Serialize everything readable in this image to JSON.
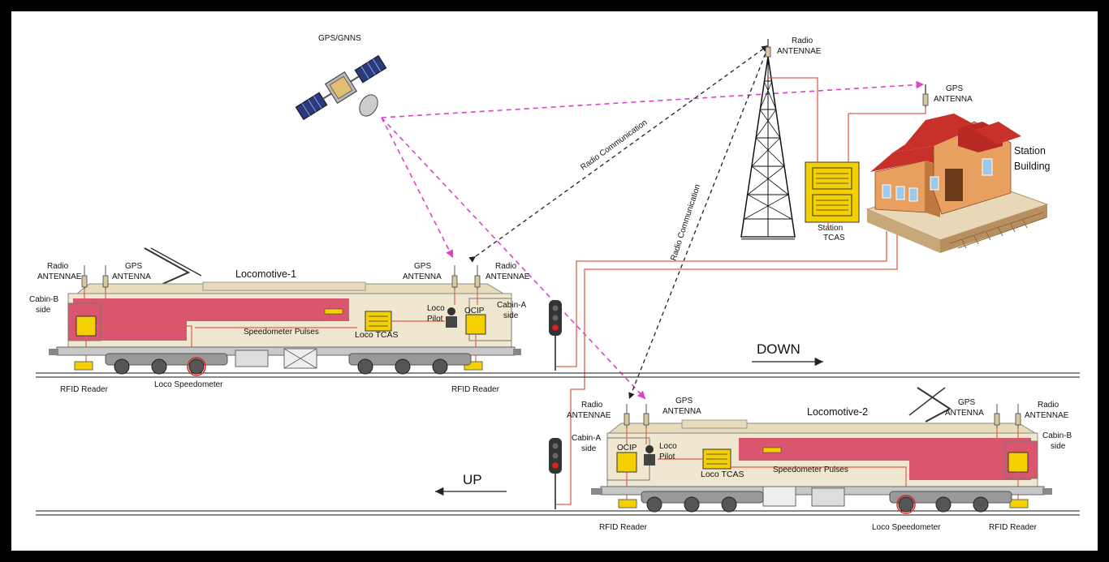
{
  "labels": {
    "gps_gnns": "GPS/GNNS",
    "tower_radio_1": "Radio",
    "tower_radio_2": "ANTENNAE",
    "station_gps_1": "GPS",
    "station_gps_2": "ANTENNA",
    "station_building_1": "Station",
    "station_building_2": "Building",
    "station_tcas_1": "Station",
    "station_tcas_2": "TCAS",
    "radio_comm_1": "Radio Communication",
    "radio_comm_2": "Radio Communication",
    "down": "DOWN",
    "up": "UP"
  },
  "loco1": {
    "title": "Locomotive-1",
    "radio_b_1": "Radio",
    "radio_b_2": "ANTENNAE",
    "gps_b_1": "GPS",
    "gps_b_2": "ANTENNA",
    "gps_a_1": "GPS",
    "gps_a_2": "ANTENNA",
    "radio_a_1": "Radio",
    "radio_a_2": "ANTENNAE",
    "cabin_b_1": "Cabin-B",
    "cabin_b_2": "side",
    "cabin_a_1": "Cabin-A",
    "cabin_a_2": "side",
    "pilot_1": "Loco",
    "pilot_2": "Pilot",
    "ocip": "OCIP",
    "tcas": "Loco TCAS",
    "pulses": "Speedometer Pulses",
    "rfid_left": "RFID Reader",
    "speedometer": "Loco Speedometer",
    "rfid_right": "RFID Reader"
  },
  "loco2": {
    "title": "Locomotive-2",
    "radio_a_1": "Radio",
    "radio_a_2": "ANTENNAE",
    "gps_a_1": "GPS",
    "gps_a_2": "ANTENNA",
    "gps_b_1": "GPS",
    "gps_b_2": "ANTENNA",
    "radio_b_1": "Radio",
    "radio_b_2": "ANTENNAE",
    "cabin_a_1": "Cabin-A",
    "cabin_a_2": "side",
    "cabin_b_1": "Cabin-B",
    "cabin_b_2": "side",
    "ocip": "OCIP",
    "pilot_1": "Loco",
    "pilot_2": "Pilot",
    "tcas": "Loco TCAS",
    "pulses": "Speedometer Pulses",
    "rfid_left": "RFID Reader",
    "speedometer": "Loco Speedometer",
    "rfid_right": "RFID Reader"
  },
  "colors": {
    "loco_body": "#d9566e",
    "loco_cream": "#efe7cf",
    "wire": "#e0604c",
    "gps_link": "#e040c8",
    "radio_link": "#222222",
    "tcas_box": "#f5d000",
    "station_roof": "#c8302a",
    "station_wall": "#e8a060"
  }
}
